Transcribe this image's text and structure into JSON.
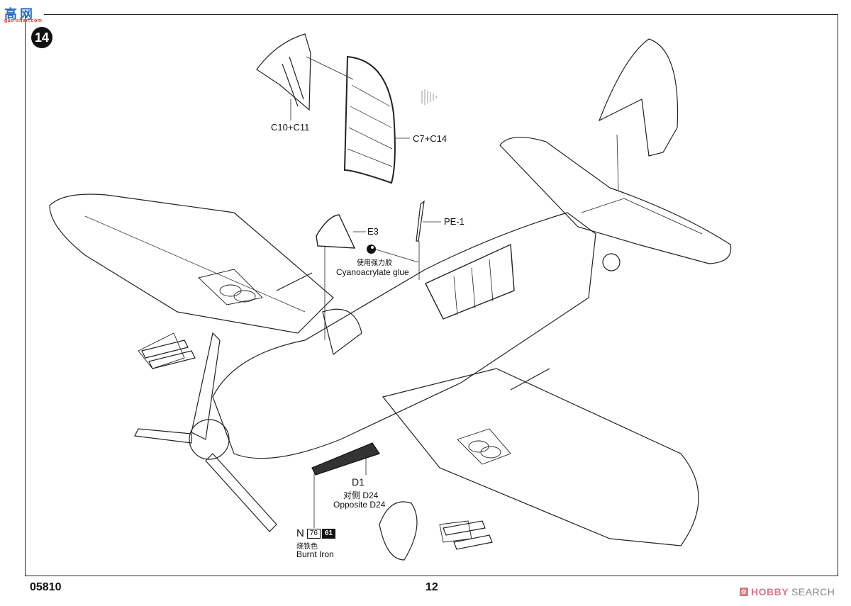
{
  "header": {
    "watermark_logo": {
      "chinese": "高网",
      "url": "gao-shan.com"
    },
    "step_number": "14"
  },
  "drawing": {
    "subject": "aircraft-assembly-step",
    "parts": [
      {
        "id": "c10-c11",
        "label": "C10+C11"
      },
      {
        "id": "c7-c14",
        "label": "C7+C14"
      },
      {
        "id": "e3",
        "label": "E3"
      },
      {
        "id": "pe-1",
        "label": "PE-1"
      },
      {
        "id": "d1",
        "label": "D1",
        "note_cn": "对侧 D24",
        "note_en": "Opposite D24"
      }
    ],
    "glue_note": {
      "icon": "glue-bottle-icon",
      "cn": "使用强力胶",
      "en": "Cyanoacrylate glue"
    },
    "paint_callout": {
      "letter": "N",
      "code_1": "76",
      "code_2": "61",
      "cn": "烧铁色",
      "en": "Burnt Iron"
    },
    "direction_arrow": "arrow-right-icon"
  },
  "footer": {
    "kit_number": "05810",
    "page_number": "12",
    "watermark": {
      "brand": "HOBBY",
      "suffix": "SEARCH"
    }
  }
}
